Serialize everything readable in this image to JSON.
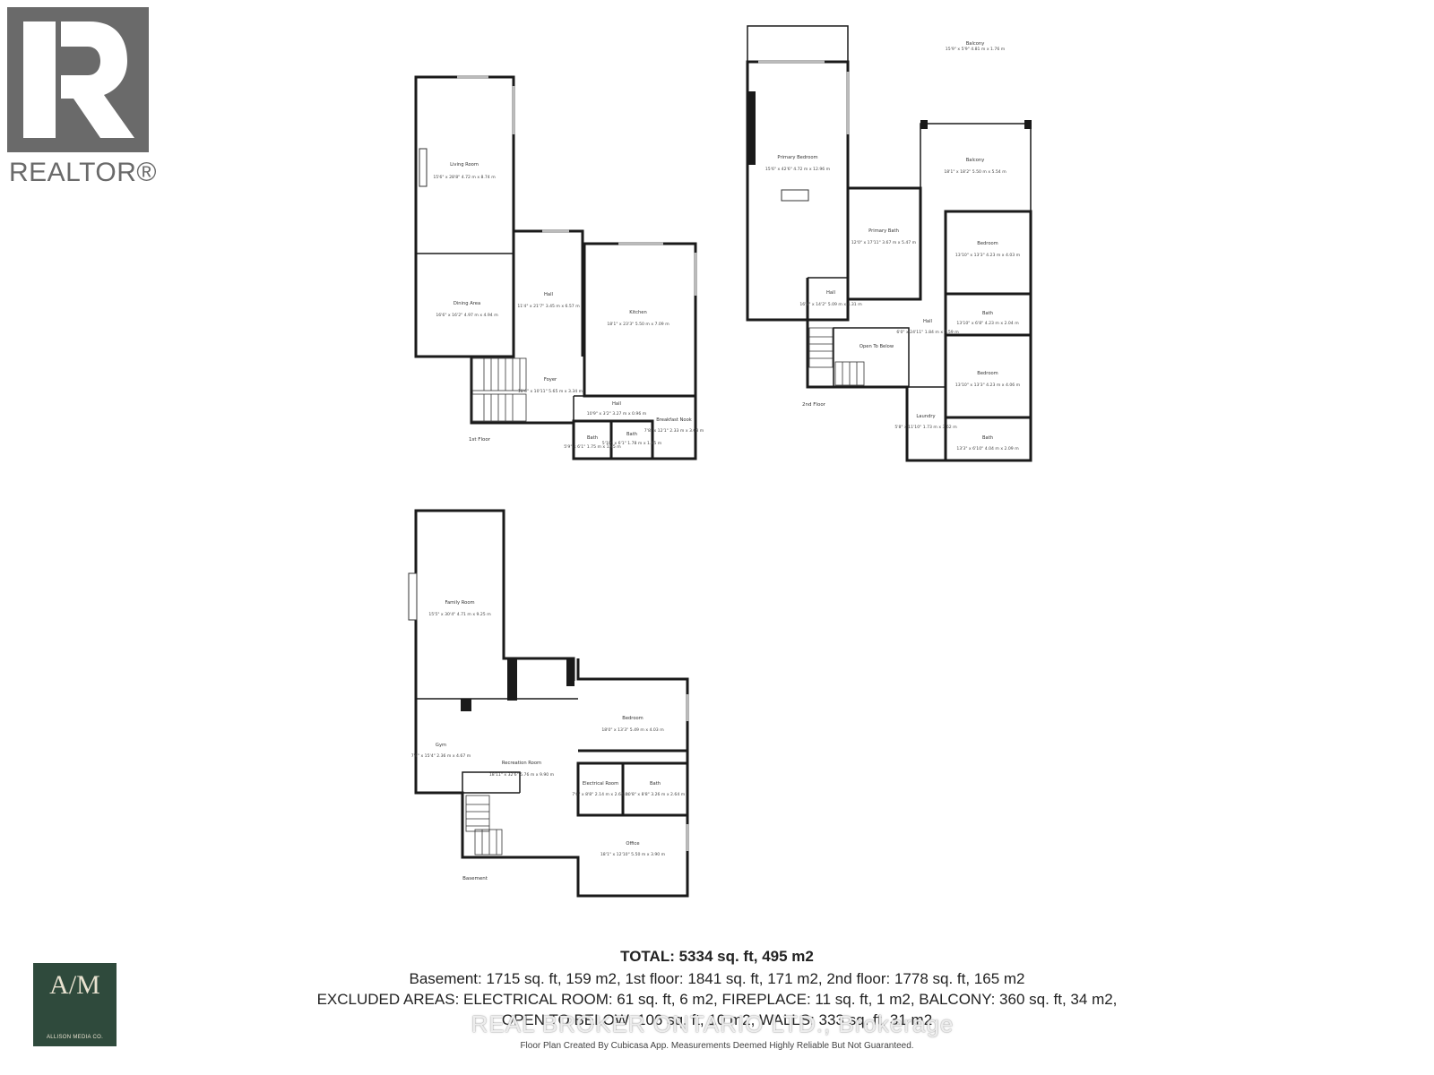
{
  "logos": {
    "realtor": {
      "text": "REALTOR®",
      "color": "#6a6a6a"
    },
    "allison_media": {
      "mark": "A/M",
      "name": "ALLISON MEDIA CO.",
      "color": "#2f4a3c"
    }
  },
  "floors": {
    "first": {
      "label": "1st Floor",
      "rooms": {
        "living": {
          "name": "Living Room",
          "dim": "15'6\" x 28'8\" 4.72 m x 8.74 m"
        },
        "dining": {
          "name": "Dining Area",
          "dim": "16'6\" x 16'2\" 4.97 m x 4.94 m"
        },
        "hall": {
          "name": "Hall",
          "dim": "11'4\" x 21'7\" 3.45 m x 6.57 m"
        },
        "kitchen": {
          "name": "Kitchen",
          "dim": "18'1\" x 23'3\" 5.50 m x 7.09 m"
        },
        "foyer": {
          "name": "Foyer",
          "dim": "18'6\" x 10'11\" 5.65 m x 3.34 m"
        },
        "hall2": {
          "name": "Hall",
          "dim": "10'9\" x 3'2\" 3.27 m x 0.96 m"
        },
        "breakfast": {
          "name": "Breakfast Nook",
          "dim": "7'8\" x 12'1\" 2.33 m x 3.68 m"
        },
        "bath1": {
          "name": "Bath",
          "dim": "5'9\" x 6'1\" 1.75 m x 1.85 m"
        },
        "bath2": {
          "name": "Bath",
          "dim": "5'10\" x 6'1\" 1.78 m x 1.85 m"
        }
      }
    },
    "second": {
      "label": "2nd Floor",
      "rooms": {
        "balcony1": {
          "name": "Balcony",
          "dim": "15'9\" x 5'9\" 4.81 m x 1.76 m"
        },
        "primary_bed": {
          "name": "Primary Bedroom",
          "dim": "15'6\" x 42'6\" 4.72 m x 12.96 m"
        },
        "balcony2": {
          "name": "Balcony",
          "dim": "18'1\" x 18'2\" 5.50 m x 5.54 m"
        },
        "primary_bath": {
          "name": "Primary Bath",
          "dim": "12'0\" x 17'11\" 3.67 m x 5.47 m"
        },
        "bedroom1": {
          "name": "Bedroom",
          "dim": "13'10\" x 13'3\" 4.23 m x 4.03 m"
        },
        "hall1": {
          "name": "Hall",
          "dim": "16'8\" x 14'2\" 5.09 m x 4.31 m"
        },
        "bath1": {
          "name": "Bath",
          "dim": "13'10\" x 6'8\" 4.23 m x 2.04 m"
        },
        "hall2": {
          "name": "Hall",
          "dim": "6'0\" x 24'11\" 1.84 m x 7.59 m"
        },
        "open_below": {
          "name": "Open To Below",
          "dim": ""
        },
        "bedroom2": {
          "name": "Bedroom",
          "dim": "13'10\" x 13'3\" 4.23 m x 4.06 m"
        },
        "laundry": {
          "name": "Laundry",
          "dim": "5'8\" x 11'10\" 1.73 m x 3.62 m"
        },
        "bath2": {
          "name": "Bath",
          "dim": "13'3\" x 6'10\" 4.04 m x 2.09 m"
        }
      }
    },
    "basement": {
      "label": "Basement",
      "rooms": {
        "family": {
          "name": "Family Room",
          "dim": "15'5\" x 30'4\" 4.71 m x 9.25 m"
        },
        "recreation": {
          "name": "Recreation Room",
          "dim": "18'11\" x 32'6\" 5.76 m x 9.90 m"
        },
        "gym": {
          "name": "Gym",
          "dim": "7'9\" x 15'4\" 2.36 m x 4.67 m"
        },
        "bedroom": {
          "name": "Bedroom",
          "dim": "18'0\" x 13'3\" 5.49 m x 4.03 m"
        },
        "electrical": {
          "name": "Electrical Room",
          "dim": "7'0\" x 8'8\" 2.14 m x 2.64 m"
        },
        "bath": {
          "name": "Bath",
          "dim": "10'8\" x 8'8\" 3.26 m x 2.64 m"
        },
        "office": {
          "name": "Office",
          "dim": "18'1\" x 12'10\" 5.50 m x 3.90 m"
        }
      }
    }
  },
  "summary": {
    "total": "TOTAL: 5334 sq. ft, 495 m2",
    "line2": "Basement: 1715 sq. ft, 159 m2, 1st floor: 1841 sq. ft, 171 m2, 2nd floor: 1778 sq. ft, 165 m2",
    "line3": "EXCLUDED AREAS: ELECTRICAL ROOM: 61 sq. ft, 6 m2, FIREPLACE: 11 sq. ft, 1 m2, BALCONY: 360 sq. ft, 34 m2,",
    "line4": "OPEN TO BELOW: 106 sq. ft, 10 m2, WALLS: 333 sq. ft, 31 m2",
    "disclaimer": "Floor Plan Created By Cubicasa App. Measurements Deemed Highly Reliable But Not Guaranteed."
  },
  "watermark": "REAL BROKER ONTARIO LTD., Brokerage"
}
